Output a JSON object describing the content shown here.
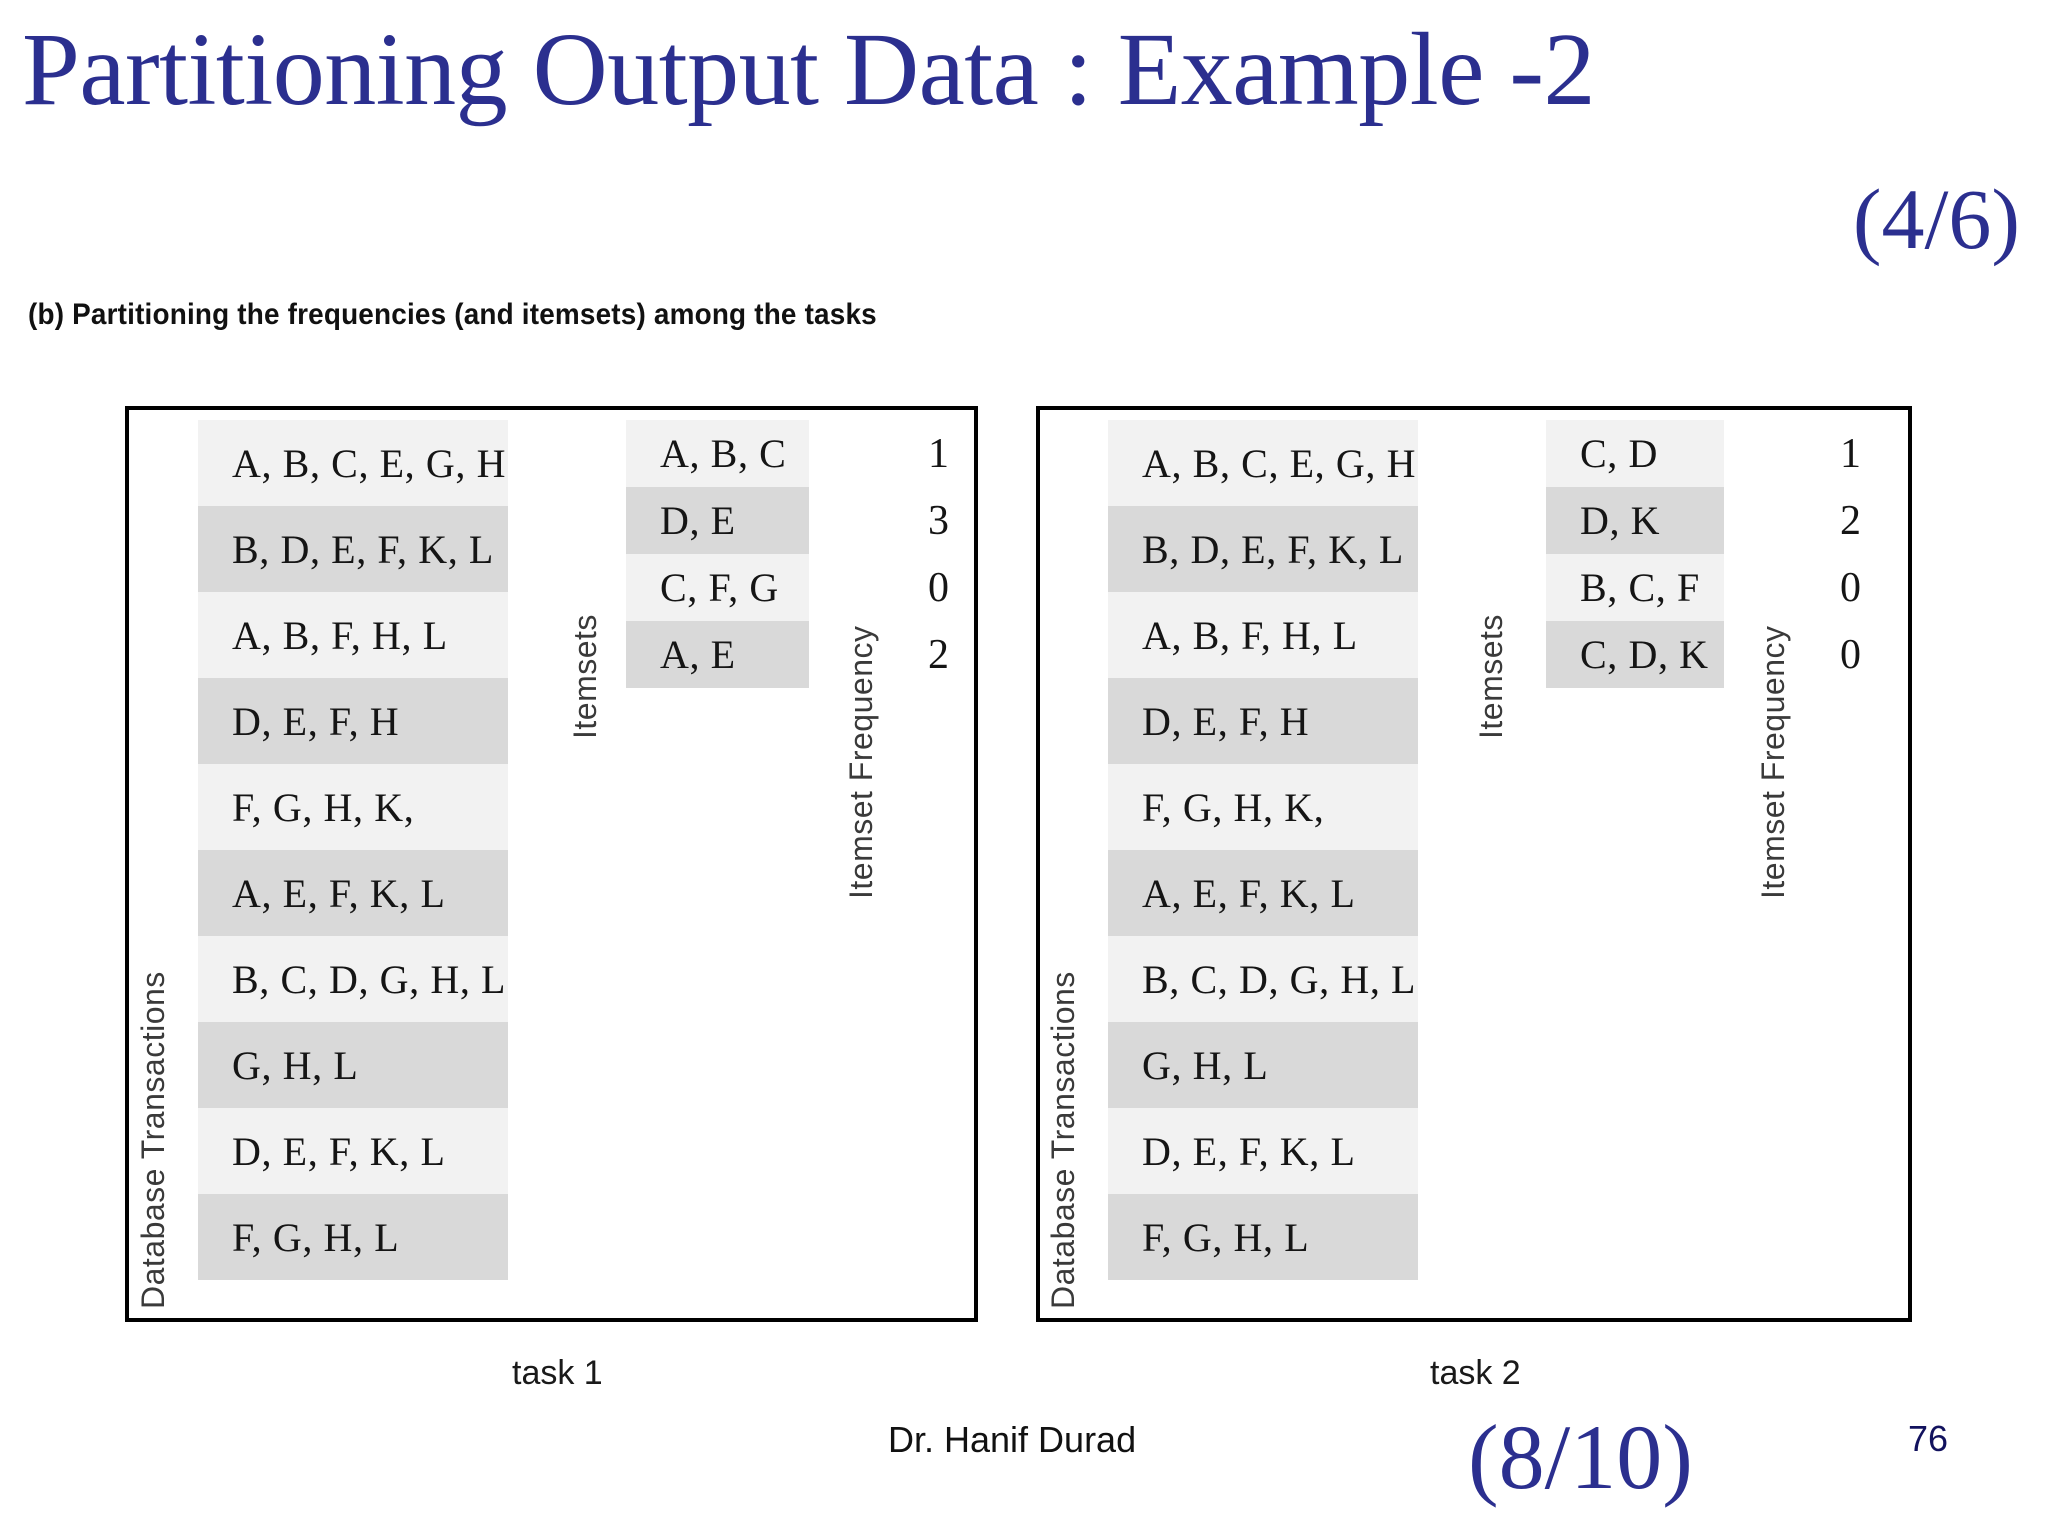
{
  "slide": {
    "title": "Partitioning Output Data : Example -2",
    "title_page_ref": "(4/6)",
    "figure_caption": "(b) Partitioning the frequencies (and itemsets) among the tasks",
    "footer_author": "Dr. Hanif Durad",
    "footer_page_ref": "(8/10)",
    "slide_number": "76",
    "accent_color": "#2b2f8f",
    "row_light_color": "#f2f2f2",
    "row_dark_color": "#d9d9d9"
  },
  "figure": {
    "axis_labels": {
      "transactions": "Database Transactions",
      "itemsets": "Itemsets",
      "frequency": "Itemset Frequency"
    },
    "transactions": [
      "A, B, C, E, G, H",
      "B, D, E, F, K, L",
      "A, B, F, H, L",
      "D, E, F, H",
      "F, G, H, K,",
      "A, E, F, K, L",
      "B, C, D, G, H, L",
      "G, H, L",
      "D, E, F, K, L",
      "F, G, H, L"
    ],
    "tasks": [
      {
        "caption": "task 1",
        "itemsets": [
          "A, B, C",
          "D, E",
          "C, F, G",
          "A, E"
        ],
        "frequencies": [
          "1",
          "3",
          "0",
          "2"
        ]
      },
      {
        "caption": "task 2",
        "itemsets": [
          "C, D",
          "D, K",
          "B, C, F",
          "C, D, K"
        ],
        "frequencies": [
          "1",
          "2",
          "0",
          "0"
        ]
      }
    ]
  },
  "chart_data": {
    "type": "table",
    "title": "(b) Partitioning the frequencies (and itemsets) among the tasks",
    "categories": [
      "task 1",
      "task 2"
    ],
    "series": [
      {
        "name": "task 1 itemset frequencies",
        "labels": [
          "A, B, C",
          "D, E",
          "C, F, G",
          "A, E"
        ],
        "values": [
          1,
          3,
          0,
          2
        ]
      },
      {
        "name": "task 2 itemset frequencies",
        "labels": [
          "C, D",
          "D, K",
          "B, C, F",
          "C, D, K"
        ],
        "values": [
          1,
          2,
          0,
          0
        ]
      }
    ],
    "xlabel": "Itemsets",
    "ylabel": "Itemset Frequency",
    "shared_transactions": [
      "A, B, C, E, G, H",
      "B, D, E, F, K, L",
      "A, B, F, H, L",
      "D, E, F, H",
      "F, G, H, K,",
      "A, E, F, K, L",
      "B, C, D, G, H, L",
      "G, H, L",
      "D, E, F, K, L",
      "F, G, H, L"
    ]
  }
}
